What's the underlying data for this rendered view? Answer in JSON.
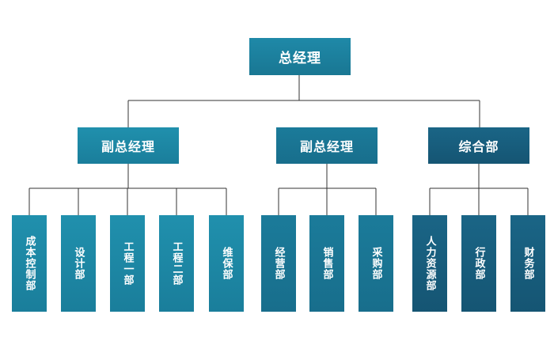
{
  "chart": {
    "root": {
      "label": "总经理"
    },
    "branches": [
      {
        "label": "副总经理",
        "children": [
          "成本控制部",
          "设计部",
          "工程一部",
          "工程二部",
          "维保部"
        ]
      },
      {
        "label": "副总经理",
        "children": [
          "经营部",
          "销售部",
          "采购部"
        ]
      },
      {
        "label": "综合部",
        "children": [
          "人力资源部",
          "行政部",
          "财务部"
        ]
      }
    ]
  }
}
